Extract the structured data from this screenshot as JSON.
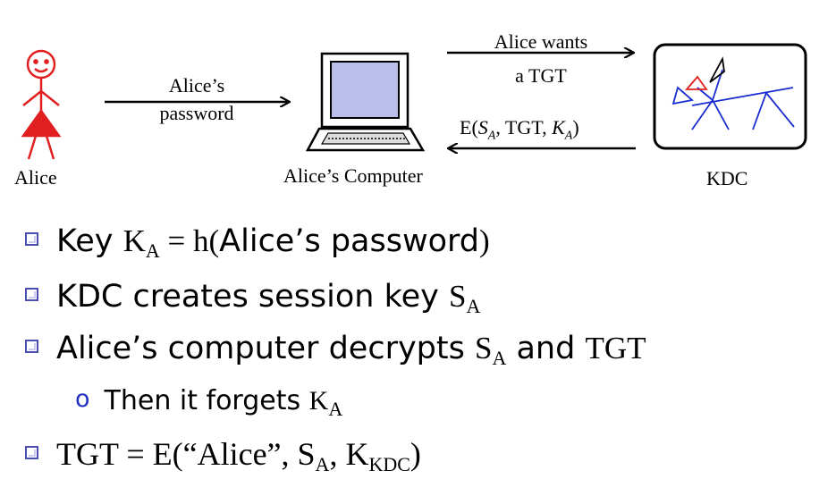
{
  "diagram": {
    "nodes": {
      "alice": "Alice",
      "computer": "Alice’s Computer",
      "kdc": "KDC"
    },
    "arrows": {
      "password_line1": "Alice’s",
      "password_line2": "password",
      "tgt_request_line1": "Alice wants",
      "tgt_request_line2": "a TGT",
      "kdc_reply": {
        "func": "E(",
        "s": "S",
        "s_sub": "A",
        "mid": ", TGT, ",
        "k": "K",
        "k_sub": "A",
        "close": ")"
      }
    }
  },
  "bullets": {
    "b1": {
      "t1": "Key ",
      "K": "K",
      "K_sub": "A",
      "eq": " = h(",
      "t2": "Alice’s password",
      "close": ")"
    },
    "b2": {
      "t1": "KDC creates session key ",
      "S": "S",
      "S_sub": "A"
    },
    "b3": {
      "t1": "Alice’s computer decrypts ",
      "S": "S",
      "S_sub": "A",
      "t2": " and ",
      "TGT": "TGT"
    },
    "b3a": {
      "bullet": "o",
      "t1": "Then it forgets ",
      "K": "K",
      "K_sub": "A"
    },
    "b4": {
      "t1": "TGT = E(“Alice”, S",
      "S_sub": "A",
      "t2": ", K",
      "K_sub": "KDC",
      "close": ")"
    }
  },
  "colors": {
    "alice_figure": "#e02020",
    "bullet_square": "#4a4fb0",
    "sub_bullet": "#2030c0",
    "kdc_figure": "#1a2cd0"
  }
}
